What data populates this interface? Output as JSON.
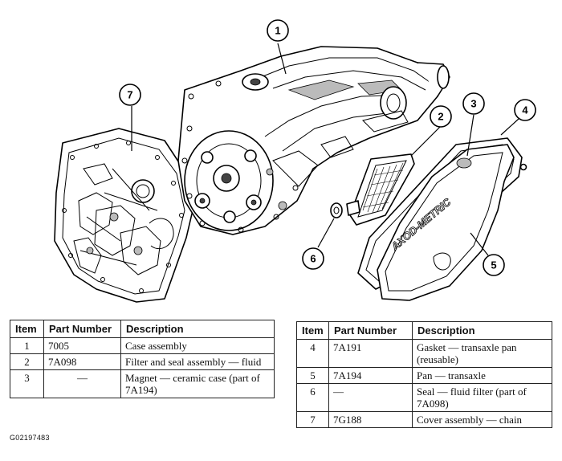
{
  "figure_id": "G02197483",
  "callouts": [
    "1",
    "2",
    "3",
    "4",
    "5",
    "6",
    "7"
  ],
  "pan_lettering": "AXOD-METRIC",
  "table_headers": {
    "item": "Item",
    "part_number": "Part Number",
    "description": "Description"
  },
  "parts_left": [
    {
      "item": "1",
      "part_number": "7005",
      "description": "Case assembly"
    },
    {
      "item": "2",
      "part_number": "7A098",
      "description": "Filter and seal assembly — fluid"
    },
    {
      "item": "3",
      "part_number": "—",
      "description": "Magnet — ceramic case (part of 7A194)"
    }
  ],
  "parts_right": [
    {
      "item": "4",
      "part_number": "7A191",
      "description": "Gasket — transaxle pan (reusable)"
    },
    {
      "item": "5",
      "part_number": "7A194",
      "description": "Pan — transaxle"
    },
    {
      "item": "6",
      "part_number": "—",
      "description": "Seal — fluid filter (part of 7A098)"
    },
    {
      "item": "7",
      "part_number": "7G188",
      "description": "Cover assembly — chain"
    }
  ]
}
